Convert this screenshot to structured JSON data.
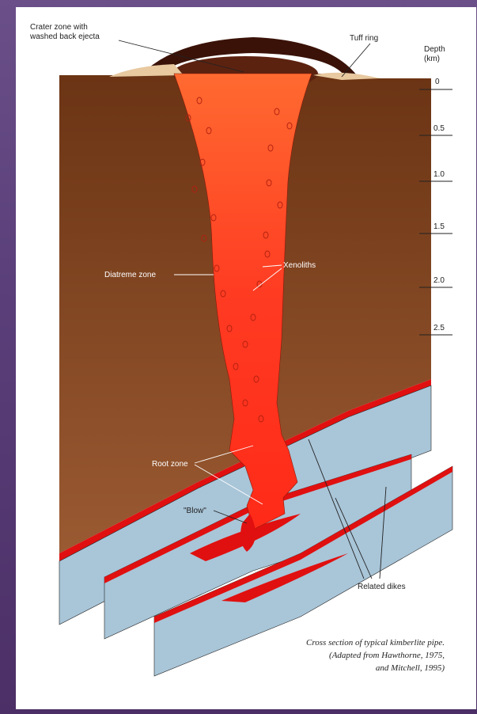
{
  "labels": {
    "crater_zone_line1": "Crater zone with",
    "crater_zone_line2": "washed back ejecta",
    "tuff_ring": "Tuff ring",
    "depth_line1": "Depth",
    "depth_line2": "(km)",
    "diatreme_zone": "Diatreme zone",
    "xenoliths": "Xenoliths",
    "root_zone": "Root zone",
    "blow": "\"Blow\"",
    "related_dikes": "Related dikes"
  },
  "depth_ticks": [
    "0",
    "0.5",
    "1.0",
    "1.5",
    "2.0",
    "2.5"
  ],
  "caption": {
    "line1": "Cross section of typical kimberlite pipe.",
    "line2": "(Adapted from Hawthorne, 1975,",
    "line3": "and Mitchell, 1995)"
  },
  "colors": {
    "background": "#5a3f7a",
    "country_rock_top": "#6b3414",
    "country_rock_bottom": "#9a5a32",
    "magma": "#ff4020",
    "dike_slab": "#a9c5d8",
    "dike_edge": "#e01010",
    "tuff": "#e8c9a0",
    "crater": "#3a1208"
  }
}
